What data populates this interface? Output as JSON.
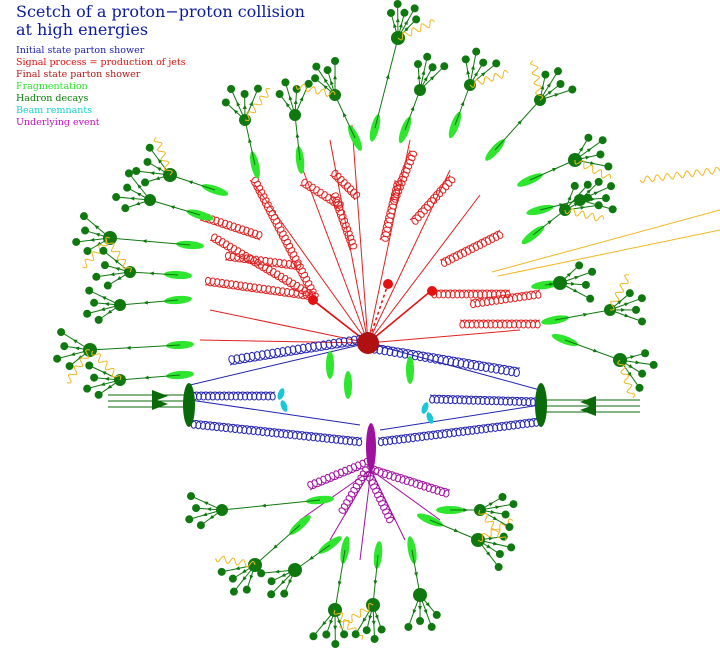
{
  "title": {
    "line1": "Scetch of a proton−proton collision",
    "line2": "at high energies",
    "color": "#0a1a9c"
  },
  "legend": [
    {
      "label": "Initial state parton shower",
      "color": "#1c1cb0"
    },
    {
      "label": "Signal process = production of jets",
      "color": "#e01010"
    },
    {
      "label": "Final state parton shower",
      "color": "#b01818"
    },
    {
      "label": "Fragmentation",
      "color": "#30e030"
    },
    {
      "label": "Hadron decays",
      "color": "#108010"
    },
    {
      "label": "Beam remnants",
      "color": "#10d0d0"
    },
    {
      "label": "Underlying event",
      "color": "#c010c0"
    }
  ],
  "colors": {
    "initial_shower": "#2222b0",
    "signal": "#e51010",
    "hard_vertex": "#b01010",
    "final_shower": "#e02020",
    "fragmentation": "#2ee62e",
    "hadron": "#0f780f",
    "beam_remnant": "#18c8d8",
    "underlying": "#a010a0",
    "photon": "#f0b820",
    "beam": "#0a6a0a"
  }
}
